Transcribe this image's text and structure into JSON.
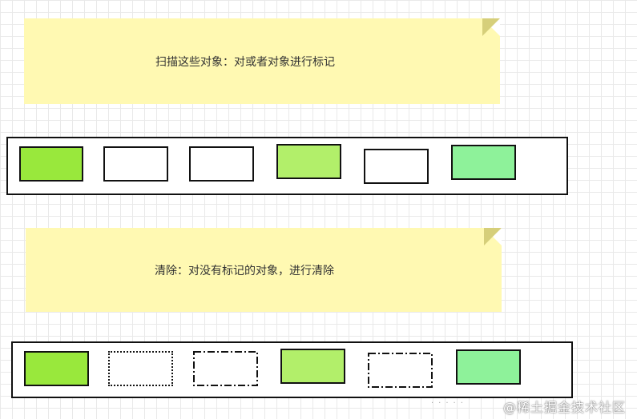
{
  "step_mark": {
    "text": "扫描这些对象：对或者对象进行标记",
    "objects": [
      {
        "fill": "#99e83c",
        "border": "solid"
      },
      {
        "fill": "#ffffff",
        "border": "solid"
      },
      {
        "fill": "#ffffff",
        "border": "solid"
      },
      {
        "fill": "#b2ef6a",
        "border": "solid"
      },
      {
        "fill": "#ffffff",
        "border": "solid"
      },
      {
        "fill": "#8ef29a",
        "border": "solid"
      }
    ]
  },
  "step_clear": {
    "text": "清除：对没有标记的对象，进行清除",
    "objects": [
      {
        "fill": "#99e83c",
        "border": "solid"
      },
      {
        "fill": "#ffffff",
        "border": "dotted"
      },
      {
        "fill": "#ffffff",
        "border": "dashdot"
      },
      {
        "fill": "#b2ef6a",
        "border": "solid"
      },
      {
        "fill": "#ffffff",
        "border": "dashdot"
      },
      {
        "fill": "#8ef29a",
        "border": "solid"
      }
    ]
  },
  "watermark": {
    "text": "@稀土掘金技术社区"
  }
}
